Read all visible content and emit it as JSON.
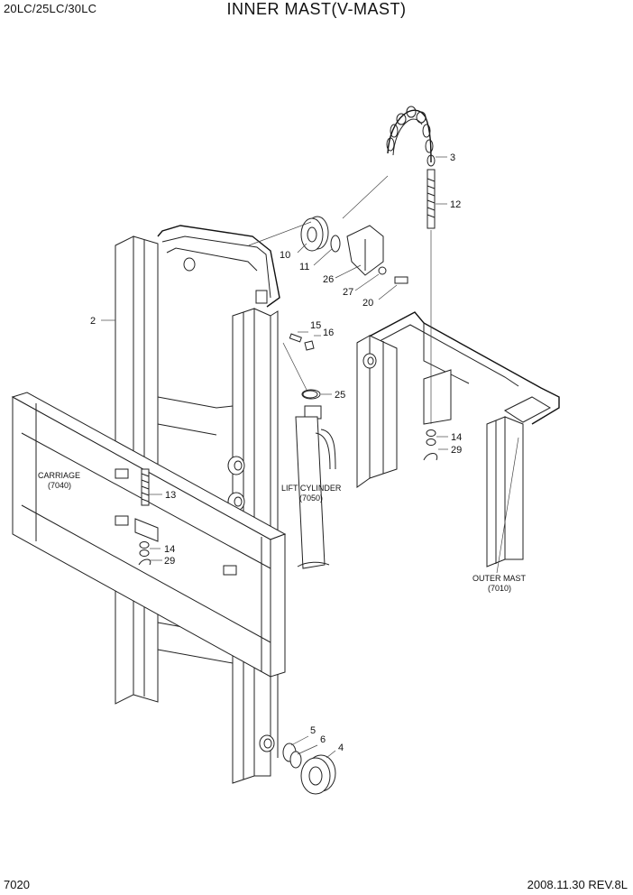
{
  "header": {
    "model": "20LC/25LC/30LC",
    "title": "INNER MAST(V-MAST)"
  },
  "footer": {
    "page": "7020",
    "date_rev": "2008.11.30  REV.8L"
  },
  "callouts": {
    "c2": "2",
    "c3": "3",
    "c4": "4",
    "c5": "5",
    "c6": "6",
    "c10": "10",
    "c11": "11",
    "c12": "12",
    "c13": "13",
    "c14a": "14",
    "c14b": "14",
    "c15": "15",
    "c16": "16",
    "c20": "20",
    "c25": "25",
    "c26": "26",
    "c27": "27",
    "c29a": "29",
    "c29b": "29"
  },
  "assemblies": {
    "carriage": "CARRIAGE",
    "carriage_ref": "(7040)",
    "lift_cylinder": "LIFT CYLINDER",
    "lift_cylinder_ref": "(7050)",
    "outer_mast": "OUTER MAST",
    "outer_mast_ref": "(7010)"
  }
}
